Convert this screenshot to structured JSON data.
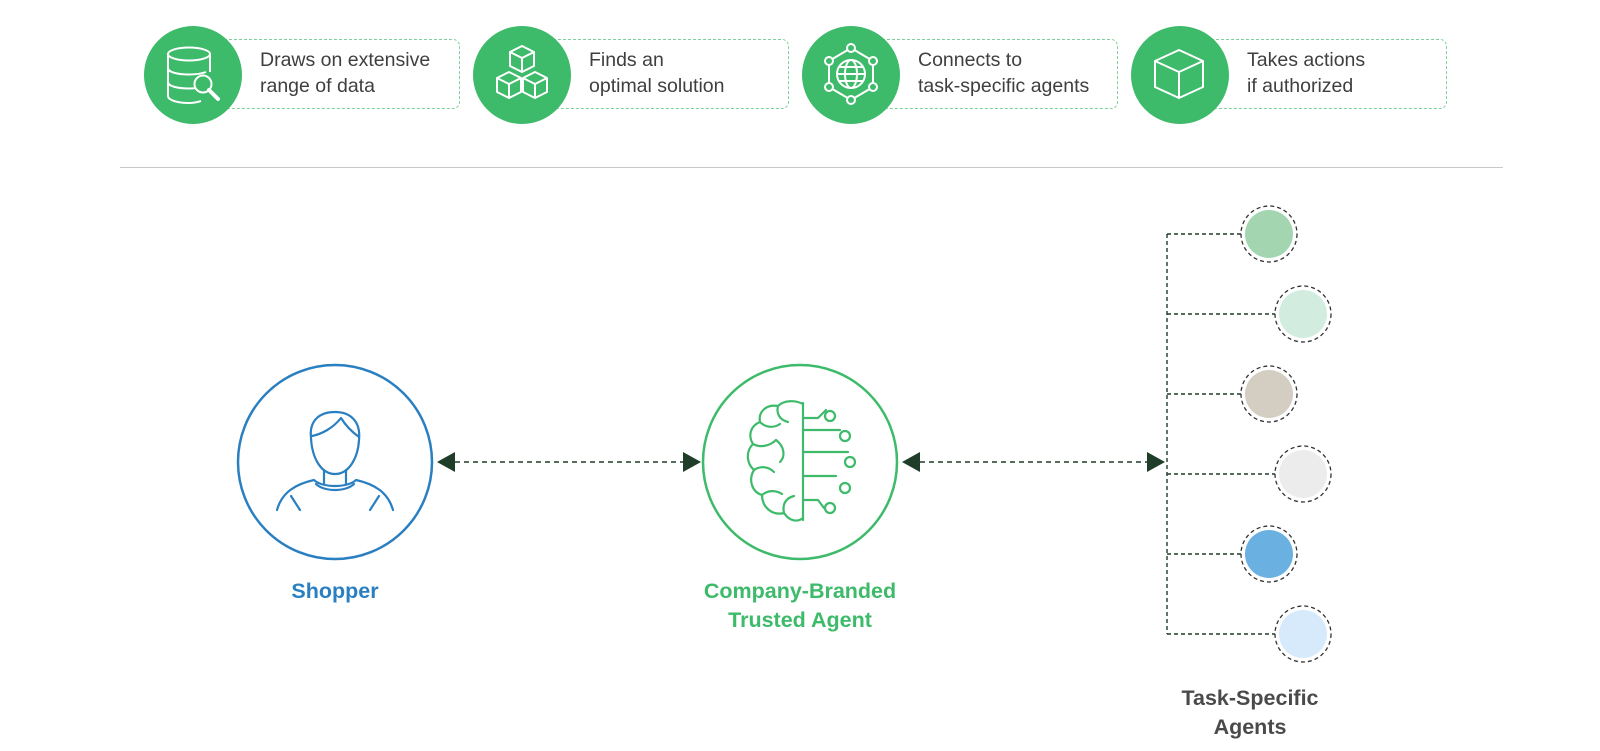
{
  "features": [
    {
      "icon": "database-search-icon",
      "lines": [
        "Draws on extensive",
        "range of data"
      ]
    },
    {
      "icon": "stacked-cubes-icon",
      "lines": [
        "Finds an",
        "optimal solution"
      ]
    },
    {
      "icon": "network-globe-icon",
      "lines": [
        "Connects to",
        "task-specific agents"
      ]
    },
    {
      "icon": "cube-icon",
      "lines": [
        "Takes actions",
        "if authorized"
      ]
    }
  ],
  "nodes": {
    "shopper": {
      "label": "Shopper",
      "icon": "person-icon",
      "color": "#2a7fc1"
    },
    "trusted_agent": {
      "lines": [
        "Company-Branded",
        "Trusted Agent"
      ],
      "icon": "brain-circuit-icon",
      "color": "#3dba6a"
    },
    "task_agents": {
      "lines": [
        "Task-Specific",
        "Agents"
      ],
      "color": "#4a4a4a"
    }
  },
  "colors": {
    "brand_green": "#3dba6a",
    "feature_border": "#7fcf9d",
    "arrow": "#1f3d28",
    "agent_colors": [
      "#a3d6b0",
      "#d3ece0",
      "#d4cdc1",
      "#ececec",
      "#6ab0e0",
      "#d6eafb"
    ]
  }
}
